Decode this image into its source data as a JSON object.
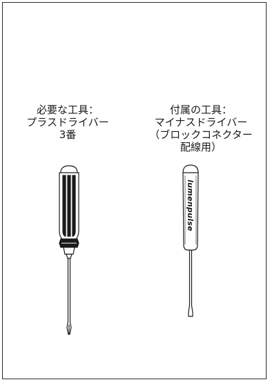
{
  "left_tool": {
    "line1": "必要な工具：",
    "line2": "プラスドライバー",
    "line3": "3番"
  },
  "right_tool": {
    "line1": "付属の工具：",
    "line2": "マイナスドライバー",
    "line3": "（ブロックコネクター",
    "line4": "配線用）",
    "handle_brand": "lumenpulse"
  },
  "icons": {
    "left": "phillips-screwdriver-icon",
    "right": "flathead-screwdriver-icon"
  }
}
